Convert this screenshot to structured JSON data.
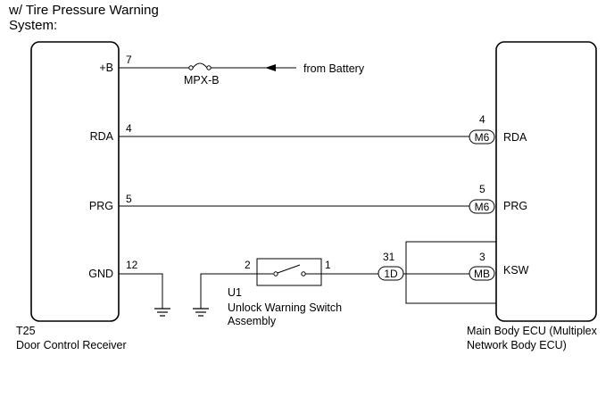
{
  "title": {
    "line1": "w/ Tire Pressure Warning",
    "line2": "System:"
  },
  "left_component": {
    "code": "T25",
    "name": "Door Control Receiver",
    "terminals": {
      "b_plus": {
        "label": "+B",
        "pin": "7"
      },
      "rda": {
        "label": "RDA",
        "pin": "4"
      },
      "prg": {
        "label": "PRG",
        "pin": "5"
      },
      "gnd": {
        "label": "GND",
        "pin": "12"
      }
    }
  },
  "fuse": {
    "name": "MPX-B"
  },
  "battery_label": "from Battery",
  "switch": {
    "code": "U1",
    "name_line1": "Unlock Warning Switch",
    "name_line2": "Assembly",
    "pin_left": "2",
    "pin_right": "1"
  },
  "junction_connector": {
    "id": "1D",
    "pin": "31"
  },
  "right_component": {
    "name_line1": "Main Body ECU (Multiplex",
    "name_line2": "Network Body ECU)",
    "terminals": {
      "rda": {
        "label": "RDA",
        "pin": "4",
        "connector": "M6"
      },
      "prg": {
        "label": "PRG",
        "pin": "5",
        "connector": "M6"
      },
      "ksw": {
        "label": "KSW",
        "pin": "3",
        "connector": "MB"
      }
    }
  }
}
